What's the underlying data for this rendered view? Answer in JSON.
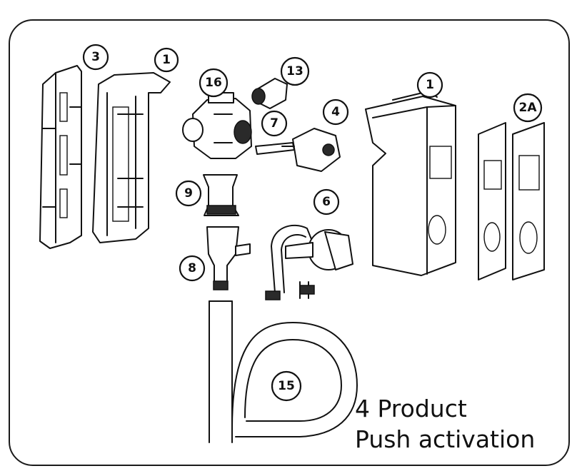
{
  "callouts": {
    "frame_left": "3",
    "bracket": "1",
    "valve_body": "16",
    "connector_top": "13",
    "solenoid": "4",
    "screw": "7",
    "cover_box": "1",
    "plate": "2A",
    "union_nut": "9",
    "fitting": "8",
    "pump_unit": "6",
    "hose": "15"
  },
  "caption": {
    "line1": "4 Product",
    "line2": "Push activation"
  }
}
